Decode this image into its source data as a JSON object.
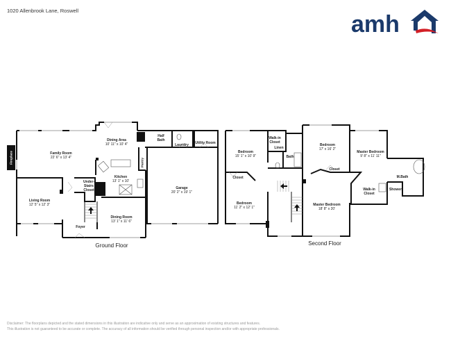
{
  "header": {
    "address": "1020 Allenbrook Lane, Roswell",
    "logo": {
      "text": "amh",
      "brand_color": "#1b3a6b",
      "accent_color": "#d32027"
    }
  },
  "ground_floor": {
    "title": "Ground Floor",
    "fireplace_label": "Fireplace",
    "pantry_label": "Pantry",
    "rooms": [
      {
        "name": "Family Room",
        "dims": "22' 6\" x 13' 4\""
      },
      {
        "name": "Dining Area",
        "dims": "10' 11\" x 10' 4\""
      },
      {
        "name": "Half Bath",
        "dims": ""
      },
      {
        "name": "Laundry",
        "dims": ""
      },
      {
        "name": "Utility Room",
        "dims": ""
      },
      {
        "name": "Kitchen",
        "dims": "13' 1\" x 10'"
      },
      {
        "name": "Under-Stairs Closet",
        "dims": ""
      },
      {
        "name": "Living Room",
        "dims": "12' 5\" x 12' 3\""
      },
      {
        "name": "Garage",
        "dims": "20' 2\" x 19' 1\""
      },
      {
        "name": "Dining Room",
        "dims": "13' 1\" x 11' 6\""
      },
      {
        "name": "Foyer",
        "dims": ""
      }
    ]
  },
  "second_floor": {
    "title": "Second Floor",
    "rooms": [
      {
        "name": "Bedroom",
        "dims": "15' 1\" x 10' 9\""
      },
      {
        "name": "Walk-in Closet",
        "dims": ""
      },
      {
        "name": "Linen",
        "dims": ""
      },
      {
        "name": "Bath",
        "dims": ""
      },
      {
        "name": "Bedroom",
        "dims": "17' x 16' 2\""
      },
      {
        "name": "Closet",
        "dims": ""
      },
      {
        "name": "Master Bedroom",
        "dims": "9' 8\" x 11' 11\""
      },
      {
        "name": "M.Bath",
        "dims": ""
      },
      {
        "name": "Closet",
        "dims": ""
      },
      {
        "name": "Bedroom",
        "dims": "11' 2\" x 12' 1\""
      },
      {
        "name": "Walk-in Closet",
        "dims": ""
      },
      {
        "name": "Shower",
        "dims": ""
      },
      {
        "name": "Master Bedroom",
        "dims": "18' 8\" x 20'"
      }
    ]
  },
  "disclaimer": {
    "line1": "Disclaimer: The floorplans depicted and the stated dimensions in this illustration are indicative only and serve as an approximation of existing structures and features.",
    "line2": "This illustration is not guaranteed to be accurate or complete. The accuracy of all information should be verified through personal inspection and/or with appropriate professionals."
  }
}
